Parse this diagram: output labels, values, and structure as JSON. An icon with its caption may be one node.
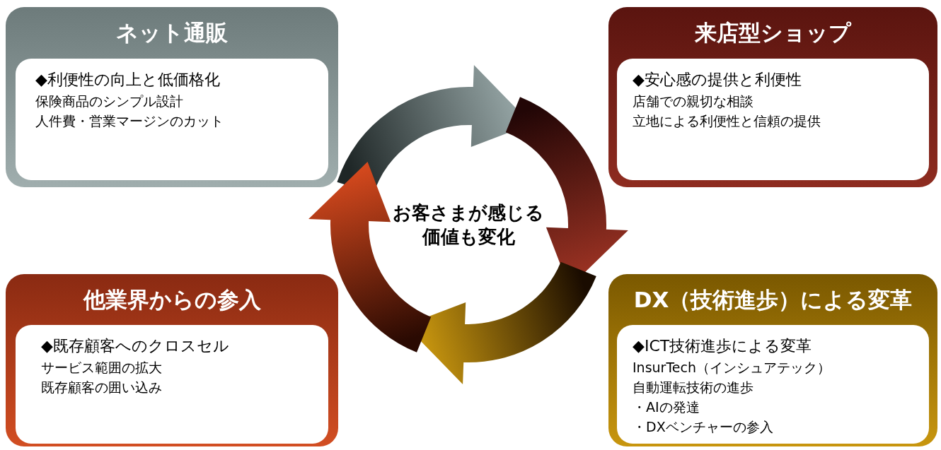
{
  "diagram": {
    "nodes": [
      {
        "text": [
          "ネット通販"
        ]
      },
      {
        "text": [
          "◆利便性の向上と低価格化",
          "保険商品のシンプル設計",
          "人件費・営業マージンのカット"
        ],
        "in": 0
      },
      {
        "text": [
          "来店型ショップ"
        ]
      },
      {
        "text": [
          "◆安心感の提供と利便性",
          "店舗での親切な相談",
          "立地による利便性と信頼の提供"
        ],
        "in": 2
      },
      {
        "text": [
          "他業界からの参入"
        ]
      },
      {
        "text": [
          "◆既存顧客へのクロスセル",
          "サービス範囲の拡大",
          "既存顧客の囲い込み"
        ],
        "in": 4
      },
      {
        "text": [
          "DX（技術進歩）による変革"
        ]
      },
      {
        "text": [
          "◆ICT技術進歩による変革",
          "InsurTech（インシュアテック）",
          "自動運転技術の進歩",
          "・AIの発達",
          "・DXベンチャーの参入"
        ],
        "in": 6
      }
    ],
    "labels": [
      "お客さまが感じる価値も変化"
    ]
  }
}
